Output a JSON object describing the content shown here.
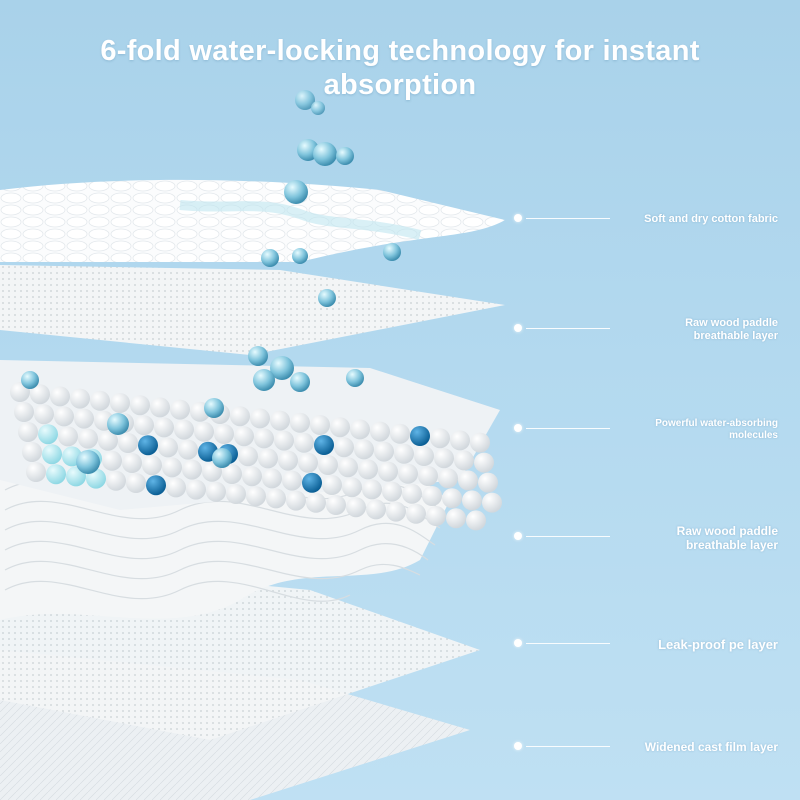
{
  "title": {
    "line1": "6-fold water-locking technology for instant",
    "line2": "absorption"
  },
  "layers": [
    {
      "lines": [
        "Soft and dry cotton fabric"
      ]
    },
    {
      "lines": [
        "Raw wood paddle",
        "breathable layer"
      ]
    },
    {
      "lines": [
        "Powerful water-absorbing",
        "molecules"
      ]
    },
    {
      "lines": [
        "Raw wood paddle",
        "breathable layer"
      ]
    },
    {
      "lines": [
        "Leak-proof pe layer"
      ]
    },
    {
      "lines": [
        "Widened cast film layer"
      ]
    }
  ],
  "colors": {
    "background": "#b3d9ef",
    "text": "#ffffff",
    "water": "#7fc4dc",
    "polymer_blue": "#1478b8",
    "polymer_light": "#a9e6ee"
  }
}
